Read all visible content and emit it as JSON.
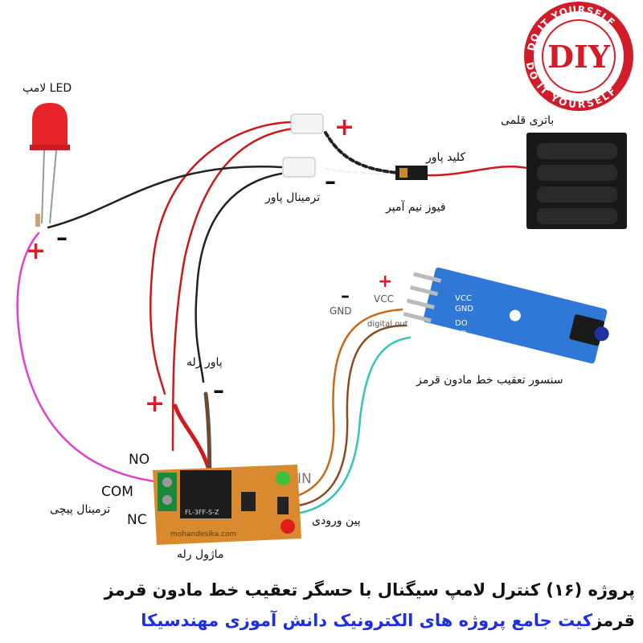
{
  "colors": {
    "red_wire": "#cc1a1a",
    "black_wire": "#222222",
    "pink_wire": "#e040d0",
    "orange_wire": "#c9681a",
    "brown_wire": "#8a4a20",
    "cyan_wire": "#35c4b8",
    "sensor_board": "#2f78d6",
    "relay_board": "#d98a2e",
    "plus_sign": "#e3162a",
    "title_blue": "#1f2fe0",
    "badge_red": "#d31c2a"
  },
  "badge": {
    "top_text": "DO IT YOURSELF",
    "center_text": "DIY",
    "bottom_text": "DO IT YOURSELF"
  },
  "labels": {
    "led_lamp": "لامپ LED",
    "battery_holder": "باتری قلمی",
    "power_switch": "کلید پاور",
    "fuse": "فیوز نیم آمپر",
    "power_terminal": "ترمینال پاور",
    "relay_power": "پاور رله",
    "sensor": "سنسور تعقیب خط مادون قرمز",
    "input_pins": "پین ورودی",
    "screw_terminal": "ترمینال پیچی",
    "relay_module": "ماژول رله",
    "no": "NO",
    "com": "COM",
    "nc": "NC",
    "in": "IN",
    "gnd": "GND",
    "vcc": "VCC",
    "digital_out": "digital out",
    "board_vcc": "VCC",
    "board_gnd": "GND",
    "board_do": "DO",
    "board_ao": "AO",
    "relay_brand": "mohandesika.com",
    "relay_part": "FL-3FF-S-Z"
  },
  "signs": {
    "plus": "+",
    "minus": "–"
  },
  "title_line1": "پروژه (۱۶) کنترل لامپ سیگنال با حسگر تعقیب خط مادون قرمز",
  "title_line2": "کیت جامع پروژه های الکترونیک دانش آموزی مهندسیکا",
  "title_line2_suffix": "قرمز"
}
